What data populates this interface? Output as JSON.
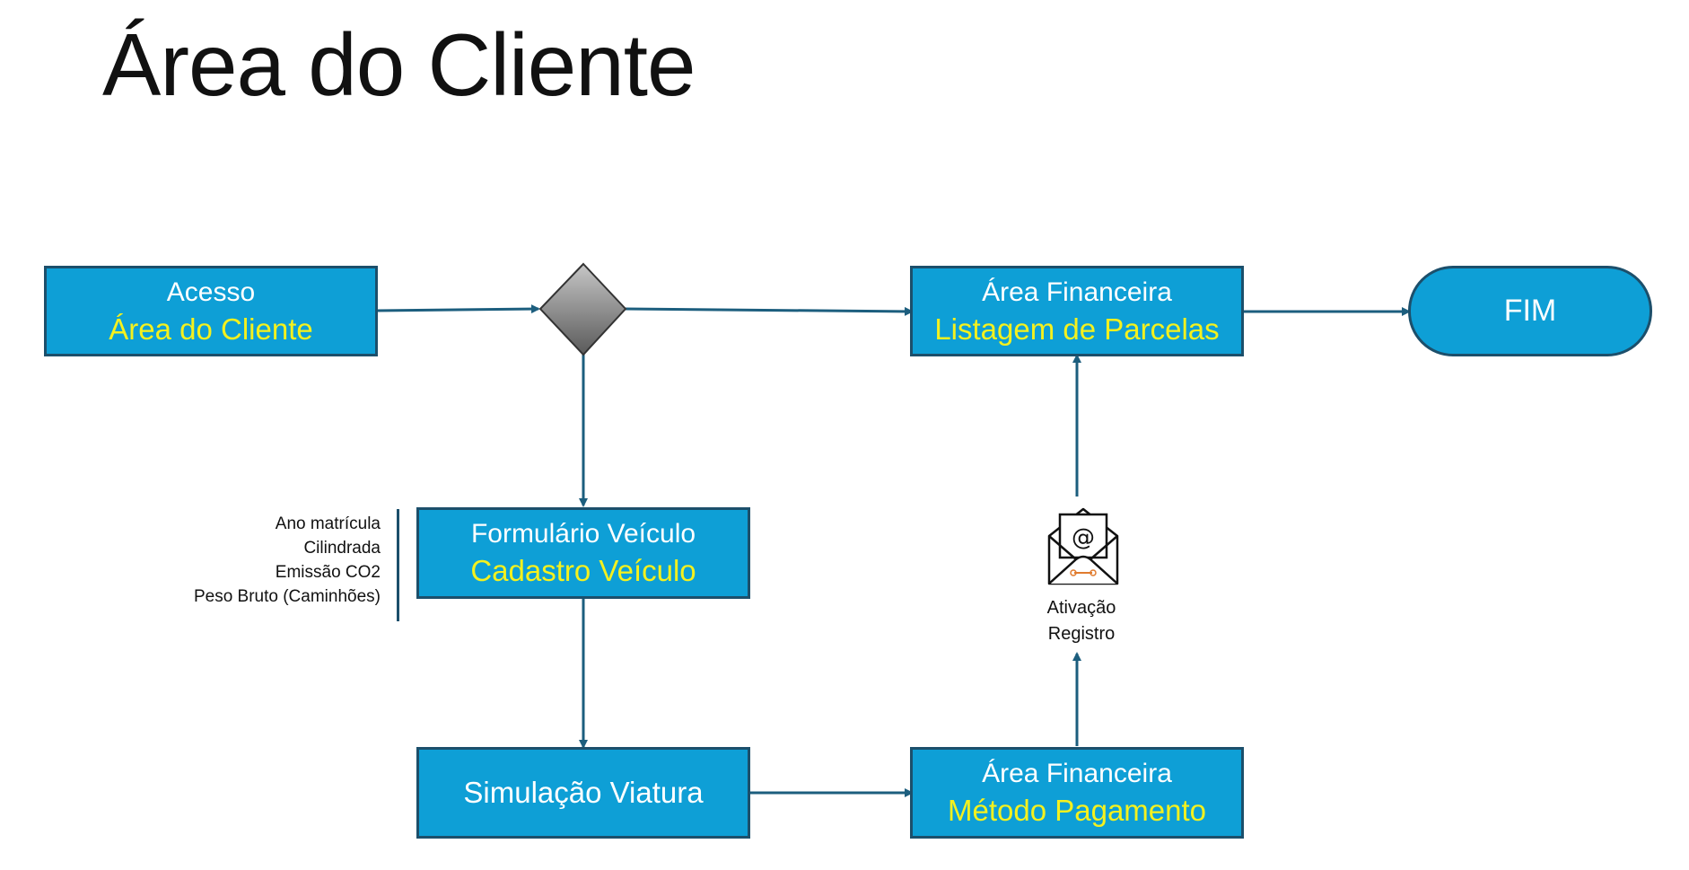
{
  "title": "Área do Cliente",
  "colors": {
    "box_fill": "#0e9fd6",
    "box_border": "#1c4f6b",
    "highlight_text": "#f4f11e",
    "connector": "#1c5e7e",
    "decision_fill": "#8a8a8a"
  },
  "nodes": {
    "acesso": {
      "line1": "Acesso",
      "line2": "Área do Cliente"
    },
    "financeira_listagem": {
      "line1": "Área Financeira",
      "line2": "Listagem de Parcelas"
    },
    "fim": {
      "label": "FIM"
    },
    "formulario": {
      "line1": "Formulário Veículo",
      "line2": "Cadastro Veículo"
    },
    "simulacao": {
      "label": "Simulação Viatura"
    },
    "financeira_metodo": {
      "line1": "Área Financeira",
      "line2": "Método Pagamento"
    },
    "decision": {
      "icon": "diamond-decision"
    }
  },
  "vehicle_fields": [
    "Ano matrícula",
    "Cilindrada",
    "Emissão CO2",
    "Peso Bruto (Caminhões)"
  ],
  "activation": {
    "icon": "email-envelope-icon",
    "line1": "Ativação",
    "line2": "Registro"
  }
}
